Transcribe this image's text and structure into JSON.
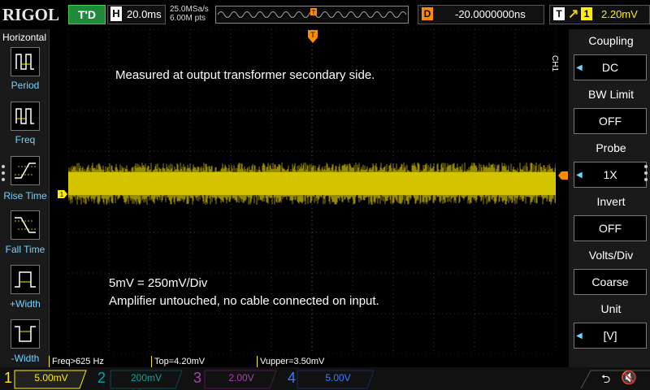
{
  "header": {
    "logo": "RIGOL",
    "trigger_status": "T'D",
    "horizontal": {
      "label": "H",
      "scale": "20.0ms",
      "sample_rate": "25.0MSa/s",
      "mem_depth": "6.00M pts"
    },
    "trigger_pos_marker": "T",
    "delay": {
      "label": "D",
      "value": "-20.0000000ns"
    },
    "trigger": {
      "label": "T",
      "edge_icon": "rising-edge-icon",
      "source": "1",
      "level": "2.20mV"
    }
  },
  "left_menu": {
    "title": "Horizontal",
    "items": [
      {
        "label": "Period",
        "icon": "period-icon"
      },
      {
        "label": "Freq",
        "icon": "freq-icon"
      },
      {
        "label": "Rise Time",
        "icon": "rise-time-icon"
      },
      {
        "label": "Fall Time",
        "icon": "fall-time-icon"
      },
      {
        "label": "+Width",
        "icon": "pos-width-icon"
      },
      {
        "label": "-Width",
        "icon": "neg-width-icon"
      }
    ]
  },
  "right_menu": {
    "channel": "CH1",
    "items": [
      {
        "title": "Coupling",
        "value": "DC"
      },
      {
        "title": "BW Limit",
        "value": "OFF"
      },
      {
        "title": "Probe",
        "value": "1X"
      },
      {
        "title": "Invert",
        "value": "OFF"
      },
      {
        "title": "Volts/Div",
        "value": "Coarse"
      },
      {
        "title": "Unit",
        "value": "[V]"
      }
    ]
  },
  "annotations": {
    "top_note": "Measured at output transformer secondary side.",
    "scale_note": "5mV = 250mV/Div",
    "condition_note": "Amplifier untouched, no cable connected on input."
  },
  "markers": {
    "channel_marker": "1",
    "trigger_marker": "T"
  },
  "measurements": [
    "Freq>625 Hz",
    "Top=4.20mV",
    "Vupper=3.50mV"
  ],
  "channels": [
    {
      "num": "1",
      "scale": "5.00mV",
      "color": "#ffee00"
    },
    {
      "num": "2",
      "scale": "200mV",
      "color": "#00c8c8"
    },
    {
      "num": "3",
      "scale": "2.00V",
      "color": "#d040d0"
    },
    {
      "num": "4",
      "scale": "5.00V",
      "color": "#3a7cff"
    }
  ],
  "colors": {
    "ch1": "#ffee00",
    "accent": "#6fd4ff",
    "trigger": "#ff8c00"
  }
}
